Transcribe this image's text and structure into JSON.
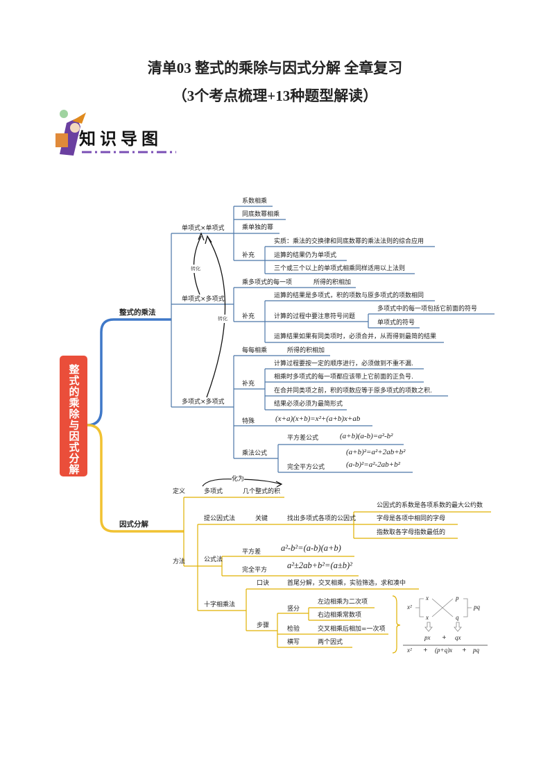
{
  "title": "清单03  整式的乘除与因式分解  全章复习",
  "subtitle": "（3个考点梳理+13种题型解读）",
  "banner": "知识导图",
  "root": "整式的乘除与因式分解",
  "mult": {
    "label": "整式的乘法",
    "transform": "转化",
    "mm": {
      "label": "单项式×单项式",
      "items": [
        "系数相乘",
        "同底数幂相乘",
        "乘单独的幂"
      ],
      "supp_label": "补充",
      "supp": [
        "实质：乘法的交换律和同底数幂的乘法法则的综合应用",
        "运算的结果仍为单项式",
        "三个或三个以上的单项式相乘同样适用以上法则"
      ]
    },
    "mp": {
      "label": "单项式×多项式",
      "step1": "乘多项式的每一项",
      "step2": "所得的积相加",
      "supp_label": "补充",
      "supp": [
        "运算的结果是多项式，积的项数与原多项式的项数相同",
        "计算的过程中要注意符号问题",
        "运算结果如果有同类项时，必须合并，从而得到最简的结果"
      ],
      "sign": [
        "多项式中的每一项包括它前面的符号",
        "单项式的符号"
      ]
    },
    "pp": {
      "label": "多项式×多项式",
      "step1": "每每相乘",
      "step2": "所得的积相加",
      "supp_label": "补充",
      "supp": [
        "计算过程要按一定的顺序进行，必须做到不重不漏.",
        "相乘时多项式的每一项都应该带上它前面的正负号.",
        "在合并同类项之前，积的项数应等于原多项式的项数之积.",
        "结果必须必须为最简形式"
      ],
      "special_label": "特殊",
      "special": "(x+a)(x+b)=x²+(a+b)x+ab",
      "formula_label": "乘法公式",
      "diff_label": "平方差公式",
      "diff": "(a+b)(a-b)=a²-b²",
      "sq_label": "完全平方公式",
      "sq1": "(a+b)²=a²+2ab+b²",
      "sq2": "(a-b)²=a²-2ab+b²"
    }
  },
  "fact": {
    "label": "因式分解",
    "def_label": "定义",
    "def_from": "多项式",
    "def_to": "几个整式的积",
    "def_arrow": "化为",
    "method_label": "方法",
    "common": {
      "label": "提公因式法",
      "key_label": "关键",
      "key": "找出多项式各项的公因式",
      "items": [
        "公因式的系数是各项系数的最大公约数",
        "字母是各项中相同的字母",
        "指数取各字母指数最低的"
      ]
    },
    "formula": {
      "label": "公式法",
      "diff_label": "平方差",
      "diff": "a²-b²=(a-b)(a+b)",
      "sq_label": "完全平方",
      "sq": "a²±2ab+b²=(a±b)²"
    },
    "cross": {
      "label": "十字相乘法",
      "rhyme_label": "口诀",
      "rhyme": "首尾分解，交叉相乘，实验筛选，求和凑中",
      "steps_label": "步骤",
      "split_label": "竖分",
      "split": [
        "左边相乘为二次项",
        "右边相乘常数项"
      ],
      "check_label": "检验",
      "check": "交叉相乘后相加=一次项",
      "write_label": "横写",
      "write": "两个因式",
      "diagram": {
        "x2": "x²",
        "x_top": "x",
        "x_bot": "x",
        "p": "p",
        "q": "q",
        "pq": "pq",
        "px": "px",
        "plus": "+",
        "qx": "qx",
        "sum": [
          "x²",
          "+",
          "(p+q)x",
          "+",
          "pq"
        ]
      }
    }
  },
  "colors": {
    "root": "#ea4e3a",
    "mult": "#3f78c8",
    "fact": "#f1c232",
    "line_mult": "#4a76a8",
    "line_fact": "#e0b000"
  }
}
